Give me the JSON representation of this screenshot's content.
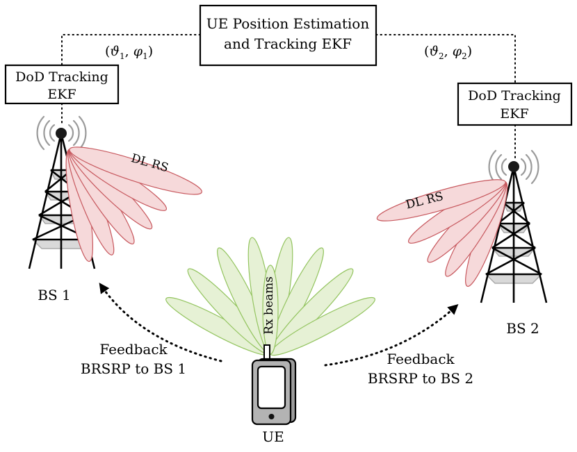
{
  "center_box": {
    "line1": "UE Position Estimation",
    "line2": "and Tracking EKF"
  },
  "left_box": {
    "line1": "DoD Tracking",
    "line2": "EKF"
  },
  "right_box": {
    "line1": "DoD Tracking",
    "line2": "EKF"
  },
  "angle_left": {
    "open": "(",
    "v": "ϑ",
    "s1": "1",
    "sep": ", ",
    "p": "φ",
    "s2": "1",
    "close": ")"
  },
  "angle_right": {
    "open": "(",
    "v": "ϑ",
    "s1": "2",
    "sep": ", ",
    "p": "φ",
    "s2": "2",
    "close": ")"
  },
  "bs1_label": "BS 1",
  "bs2_label": "BS 2",
  "dl_rs_left": "DL RS",
  "dl_rs_right": "DL RS",
  "rx_beams": "Rx beams",
  "ue_label": "UE",
  "feedback_left": {
    "line1": "Feedback",
    "line2": "BRSRP to BS 1"
  },
  "feedback_right": {
    "line1": "Feedback",
    "line2": "BRSRP to BS 2"
  },
  "colors": {
    "tx_beam_fill": "#f6d9da",
    "tx_beam_stroke": "#c7585e",
    "rx_beam_fill": "#e6f1d5",
    "rx_beam_stroke": "#93c45f",
    "phone_body": "#b3b3b3"
  }
}
